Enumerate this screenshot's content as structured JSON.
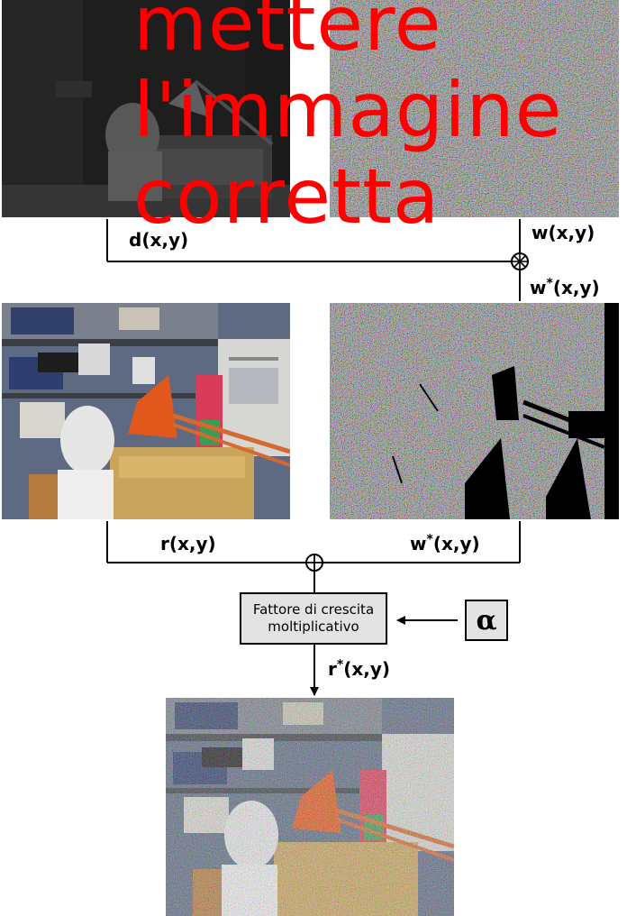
{
  "labels": {
    "d": "d(x,y)",
    "w": "w(x,y)",
    "w_star_top_base": "w",
    "w_star_top_sup": "*",
    "w_star_top_rest": "(x,y)",
    "r": "r(x,y)",
    "w_star_mid_base": "w",
    "w_star_mid_sup": "*",
    "w_star_mid_rest": "(x,y)",
    "r_star_base": "r",
    "r_star_sup": "*",
    "r_star_rest": "(x,y)"
  },
  "box": {
    "line1": "Fattore di crescita",
    "line2": "moltiplicativo"
  },
  "alpha": "α",
  "overlay": {
    "line1": "mettere",
    "line2": "l'immagine",
    "line3": "corretta"
  }
}
